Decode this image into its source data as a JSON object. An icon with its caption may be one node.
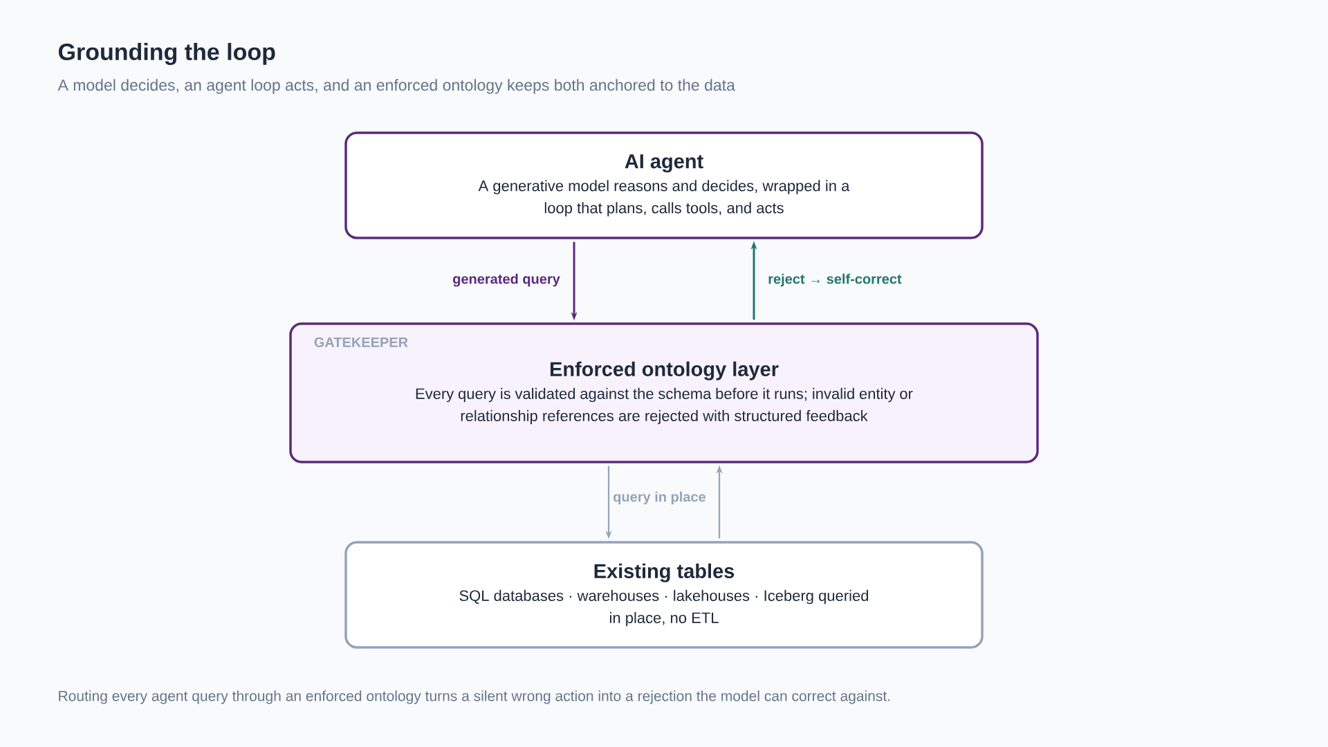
{
  "diagram": {
    "title": "Grounding the loop",
    "caption": "A model decides, an agent loop acts, and an enforced ontology keeps both anchored to the data",
    "nodes": [
      {
        "text": [
          "AI agent",
          "A generative model reasons and decides, wrapped in a loop that plans, calls tools, and acts"
        ]
      },
      {
        "text": [
          "GATEKEEPER",
          "Enforced ontology layer",
          "Every query is validated against the schema before it runs; invalid entity or relationship references are rejected with structured feedback"
        ]
      },
      {
        "text": [
          "Existing tables",
          "SQL databases · warehouses · lakehouses · Iceberg queried in place, no ETL"
        ]
      }
    ],
    "edges": [
      {
        "from": 0,
        "to": 1,
        "arrow": "to",
        "label": "generated query",
        "color": "#5b2a7e"
      },
      {
        "from": 1,
        "to": 0,
        "arrow": "to",
        "label": "reject → self-correct",
        "color": "#23766a"
      },
      {
        "from": 1,
        "to": 2,
        "arrow": "to",
        "label": "query in place",
        "color": "#94a3b8"
      },
      {
        "from": 2,
        "to": 1,
        "arrow": "to",
        "color": "#94a3b8"
      }
    ],
    "labels": [
      "Routing every agent query through an enforced ontology turns a silent wrong action into a rejection the model can correct against."
    ]
  }
}
